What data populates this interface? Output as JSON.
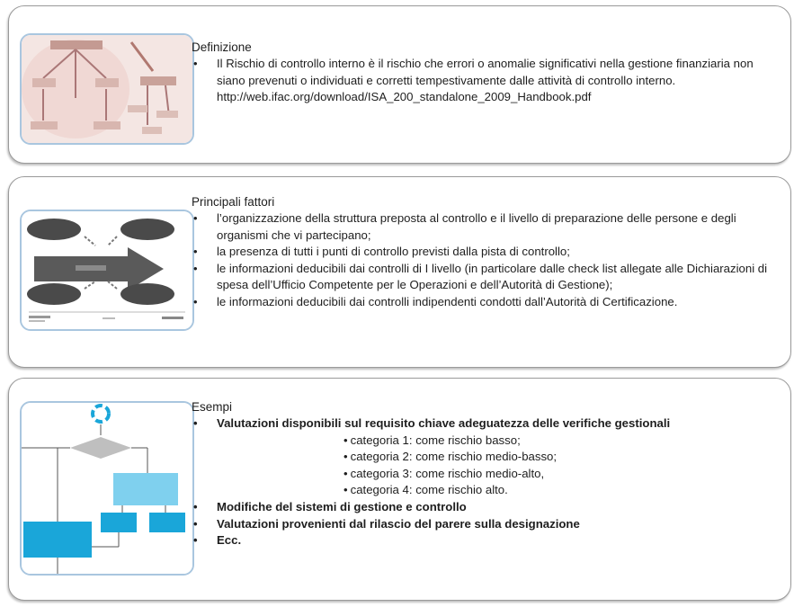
{
  "section1": {
    "heading": "Definizione",
    "bullets": [
      "Il Rischio di controllo interno è il rischio che errori o anomalie significativi nella gestione finanziaria non siano prevenuti o individuati e corretti tempestivamente dalle attività di controllo interno."
    ],
    "url": "http://web.ifac.org/download/ISA_200_standalone_2009_Handbook.pdf"
  },
  "section2": {
    "heading": "Principali fattori",
    "bullets": [
      "l’organizzazione della struttura preposta al controllo e il livello di preparazione delle persone e degli organismi che vi partecipano;",
      "la presenza di tutti i punti di controllo previsti dalla pista di controllo;",
      "le informazioni deducibili dai controlli di I livello (in particolare dalle check list allegate alle Dichiarazioni di spesa dell’Ufficio Competente per le Operazioni e dell’Autorità di Gestione);",
      "le informazioni deducibili dai controlli indipendenti condotti dall’Autorità di Certificazione."
    ]
  },
  "section3": {
    "heading": "Esempi",
    "bullet_main": "Valutazioni disponibili sul requisito chiave adeguatezza delle verifiche gestionali",
    "sub_items": [
      "categoria 1: come rischio basso;",
      "categoria 2: come rischio medio-basso;",
      "categoria 3: come rischio medio-alto,",
      "categoria 4: come rischio alto."
    ],
    "bullets_after": [
      "Modifiche  del sistemi di gestione e controllo",
      "Valutazioni provenienti dal rilascio del parere sulla designazione",
      "Ecc."
    ]
  },
  "colors": {
    "thumb_border": "#a9c6df",
    "flow_blue": "#1aa6d9",
    "flow_light_blue": "#7fd0ee",
    "pink_wash": "#efd4d0",
    "dark_gray": "#4a4a4a"
  },
  "icons": [
    "risk-diagram-thumbnail",
    "factors-diagram-thumbnail",
    "flowchart-thumbnail"
  ]
}
